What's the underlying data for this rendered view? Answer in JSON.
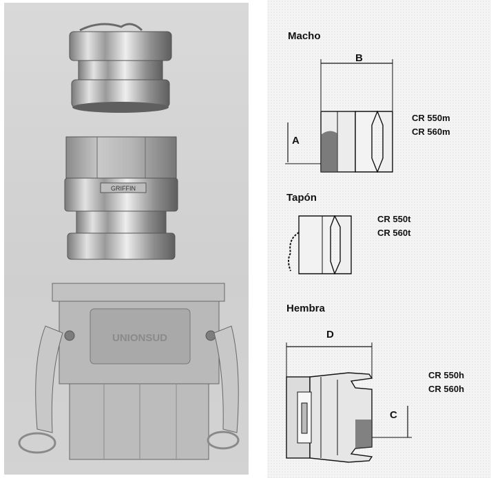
{
  "sections": {
    "macho": {
      "title": "Macho",
      "codes": [
        "CR 550m",
        "CR 560m"
      ],
      "dims": [
        "B",
        "A"
      ]
    },
    "tapon": {
      "title": "Tapón",
      "codes": [
        "CR 550t",
        "CR 560t"
      ]
    },
    "hembra": {
      "title": "Hembra",
      "codes": [
        "CR 550h",
        "CR 560h"
      ],
      "dims": [
        "D",
        "C"
      ]
    }
  },
  "photo": {
    "engraving_top": "GRIFFIN",
    "engraving_bottom": "UNIONSUD"
  },
  "colors": {
    "ink": "#111111",
    "metal_light": "#dcdcdc",
    "metal_dark": "#6d6d6d",
    "photo_bg": "#d3d3d3"
  }
}
